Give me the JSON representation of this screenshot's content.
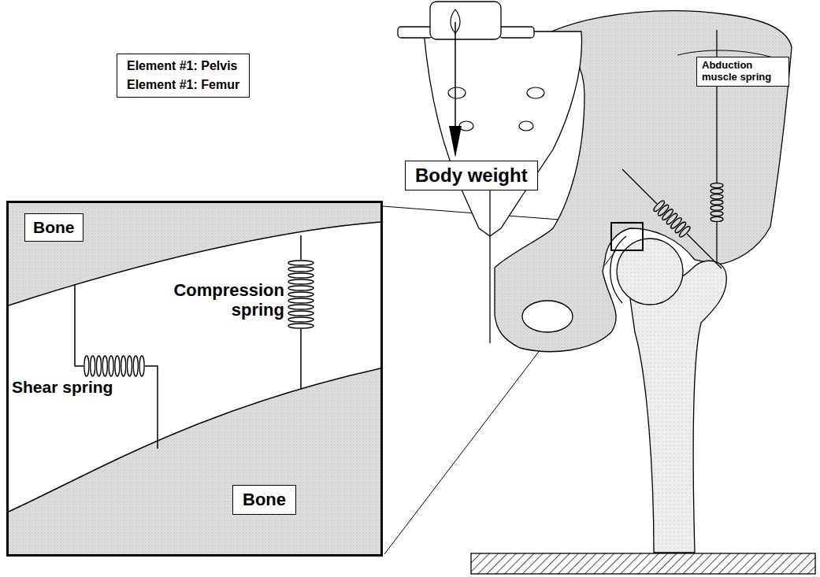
{
  "diagram": {
    "nodes": [
      {
        "text": [
          "Element #1: Pelvis",
          "Element #1: Femur"
        ]
      },
      {
        "text": [
          "Abduction muscle spring"
        ]
      },
      {
        "text": [
          "Body weight"
        ]
      },
      {
        "text": [
          "Compression spring",
          "Shear spring"
        ]
      },
      {
        "text": [
          "Bone"
        ],
        "in": 3
      },
      {
        "text": [
          "Bone"
        ],
        "in": 3
      }
    ],
    "edges": []
  }
}
